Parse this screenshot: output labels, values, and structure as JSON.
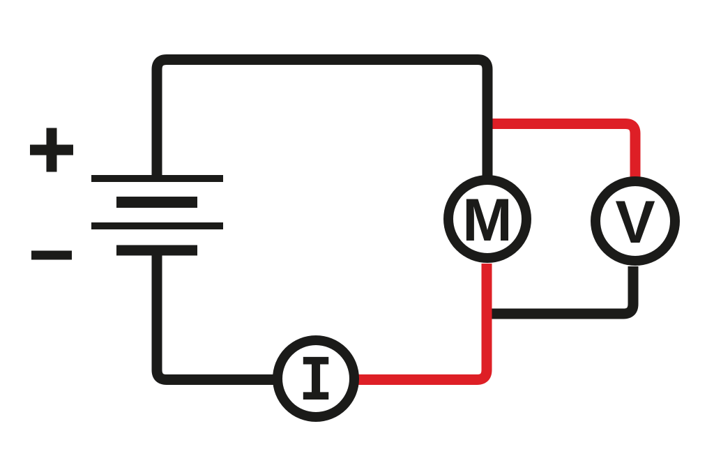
{
  "diagram": {
    "colors": {
      "wire_black": "#1b1b19",
      "wire_red": "#de1f26",
      "background": "#ffffff",
      "label": "#1b1b19"
    },
    "battery": {
      "positive_label": "+",
      "negative_label": "−"
    },
    "meters": [
      {
        "id": "motor",
        "label": "M"
      },
      {
        "id": "voltmeter",
        "label": "V"
      },
      {
        "id": "ammeter",
        "label": "I"
      }
    ]
  }
}
